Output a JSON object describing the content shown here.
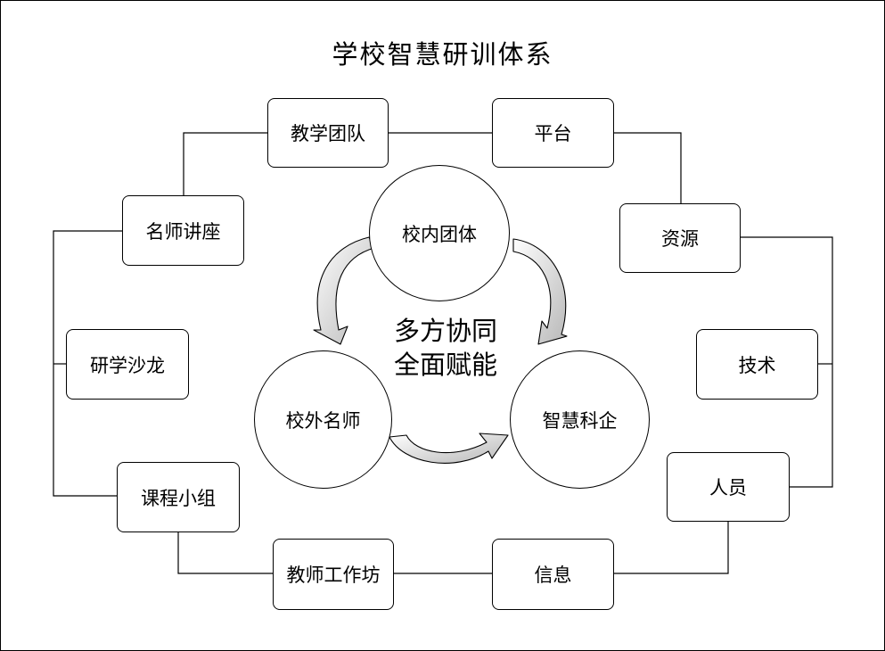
{
  "title": "学校智慧研训体系",
  "center": {
    "line1": "多方协同",
    "line2": "全面赋能"
  },
  "circles": {
    "top": "校内团体",
    "left": "校外名师",
    "right": "智慧科企"
  },
  "left_boxes": {
    "teaching_team": "教学团队",
    "famous_lecture": "名师讲座",
    "research_salon": "研学沙龙",
    "course_group": "课程小组",
    "teacher_workshop": "教师工作坊"
  },
  "right_boxes": {
    "platform": "平台",
    "resources": "资源",
    "technology": "技术",
    "personnel": "人员",
    "information": "信息"
  }
}
